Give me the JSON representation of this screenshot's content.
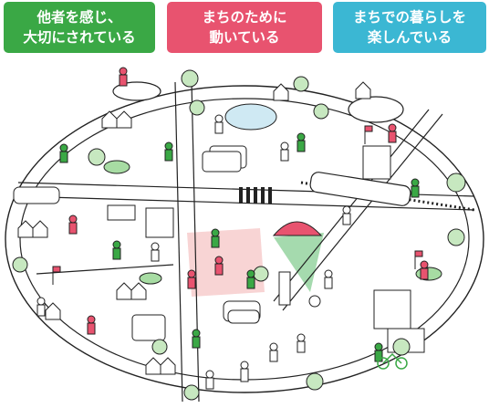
{
  "tags": [
    {
      "line1": "他者を感じ、",
      "line2": "大切にされている",
      "color": "#3aa845"
    },
    {
      "line1": "まちのために",
      "line2": "動いている",
      "color": "#e8536f"
    },
    {
      "line1": "まちでの暮らしを",
      "line2": "楽しんでいる",
      "color": "#3bb7d3"
    }
  ],
  "illustration": {
    "icon": "town-map-illustration",
    "accent_green": "#3aa845",
    "accent_red": "#e8536f",
    "accent_pink": "#f6c9c9",
    "line_color": "#222222"
  }
}
